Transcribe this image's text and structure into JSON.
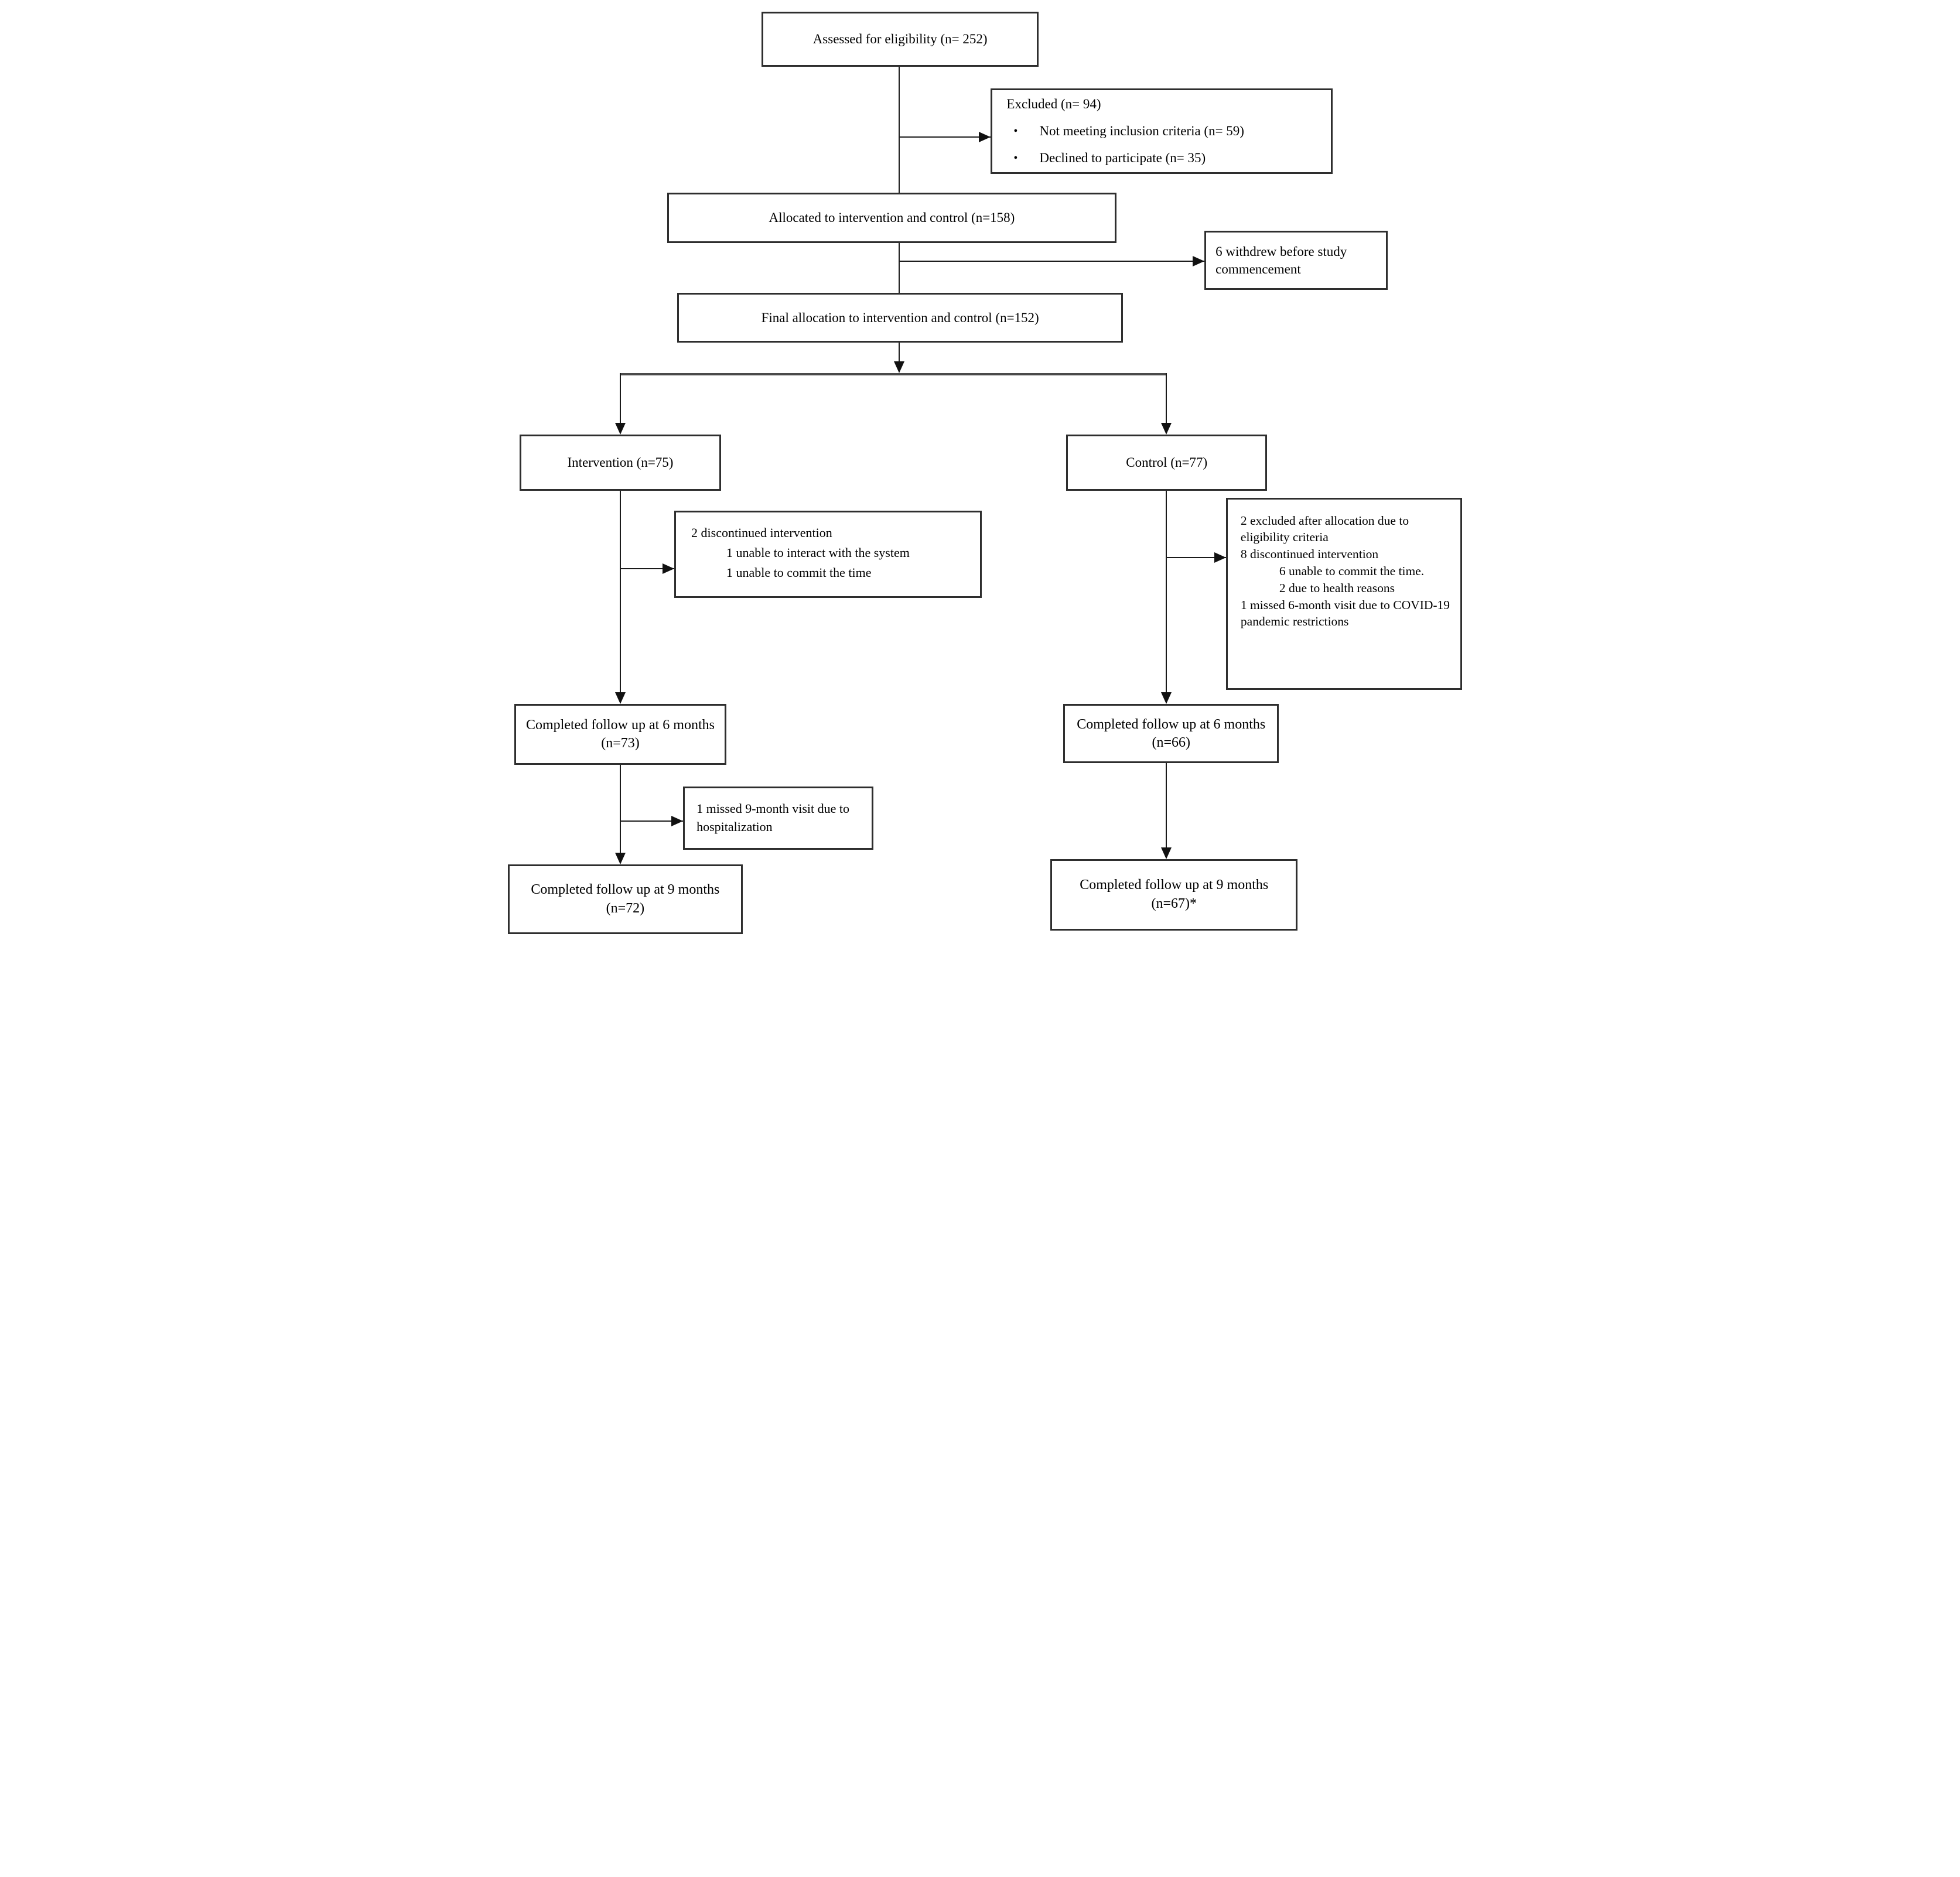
{
  "colors": {
    "background": "#ffffff",
    "box_border": "#2e2e2e",
    "connector_line": "#1a1a1a",
    "text": "#000000"
  },
  "glyphs": {
    "bullet": "•"
  },
  "nodes": {
    "assessed": {
      "text": "Assessed for eligibility (n= 252)"
    },
    "excluded": {
      "title": "Excluded (n= 94)",
      "items": [
        "Not meeting inclusion criteria (n= 59)",
        "Declined to participate (n= 35)"
      ]
    },
    "allocated": {
      "text": "Allocated to intervention and control (n=158)"
    },
    "withdrew": {
      "text": "6 withdrew before study commencement"
    },
    "final_allocation": {
      "text": "Final allocation to intervention and control (n=152)"
    },
    "intervention": {
      "text": "Intervention (n=75)"
    },
    "control": {
      "text": "Control (n=77)"
    },
    "intervention_dropout": {
      "lines": [
        "2 discontinued intervention",
        "1 unable to interact with the system",
        "1 unable to commit the time"
      ]
    },
    "control_dropout": {
      "lines": [
        "2 excluded after allocation due to eligibility criteria",
        "8 discontinued intervention",
        "6 unable to commit the time.",
        "2 due to health reasons",
        "1 missed 6-month visit due to COVID-19 pandemic restrictions"
      ]
    },
    "completed6_intervention": {
      "text": "Completed follow up at 6 months (n=73)"
    },
    "completed6_control": {
      "text": "Completed follow up at 6 months (n=66)"
    },
    "missed9": {
      "text": "1 missed 9-month visit due to hospitalization"
    },
    "completed9_intervention": {
      "text": "Completed follow up at 9 months (n=72)"
    },
    "completed9_control": {
      "text": "Completed follow up at 9 months (n=67)*"
    }
  }
}
